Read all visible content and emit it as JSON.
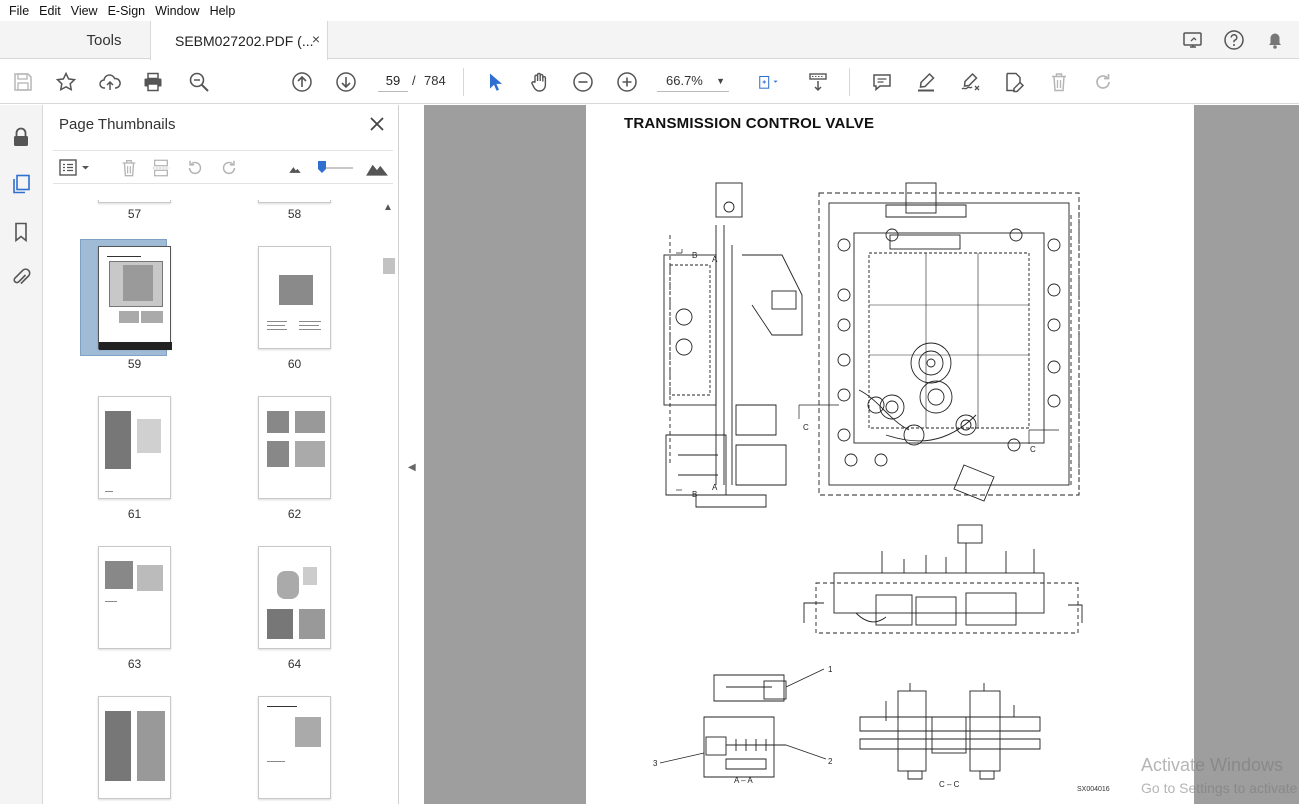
{
  "menu": [
    "File",
    "Edit",
    "View",
    "E-Sign",
    "Window",
    "Help"
  ],
  "tabs": {
    "tools_label": "Tools",
    "document_label": "SEBM027202.PDF (...",
    "close_glyph": "×"
  },
  "toolbar": {
    "current_page": "59",
    "page_separator": "/",
    "total_pages": "784",
    "zoom": "66.7%"
  },
  "panel": {
    "title": "Page Thumbnails",
    "thumbnails": [
      "57",
      "58",
      "59",
      "60",
      "61",
      "62",
      "63",
      "64"
    ],
    "selected_page": "59"
  },
  "document": {
    "heading": "TRANSMISSION CONTROL VALVE",
    "figure_code": "SX004016",
    "callouts": [
      "1",
      "2",
      "3"
    ],
    "section_labels": [
      "A – A",
      "C – C"
    ],
    "cut_letters": [
      "B",
      "A",
      "C",
      "C",
      "A",
      "B"
    ]
  },
  "watermark": {
    "line1": "Activate Windows",
    "line2": "Go to Settings to activate"
  },
  "colors": {
    "accent_blue": "#2f6fd0",
    "icon_gray": "#555555",
    "disabled_gray": "#b5b5b5",
    "doc_background": "#9e9e9e",
    "selection": "#9fbbd6"
  }
}
